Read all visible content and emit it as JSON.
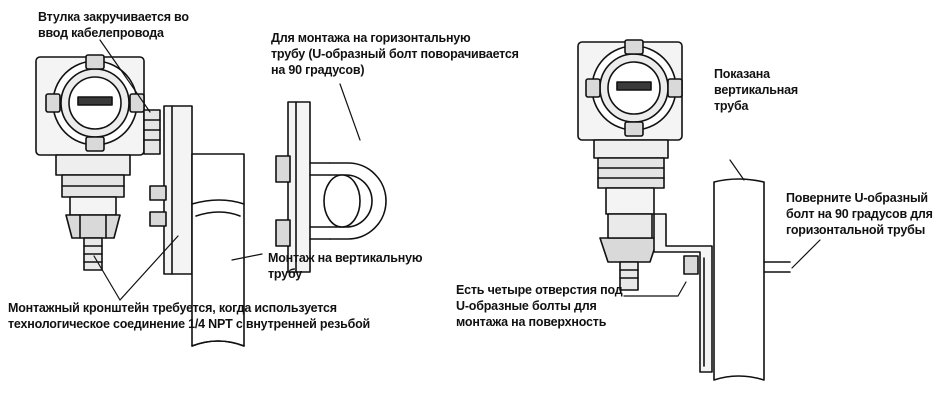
{
  "labels": {
    "bushing": [
      "Втулка закручивается во",
      "ввод кабелепровода"
    ],
    "horizontal_mount": [
      "Для монтажа на горизонтальную",
      "трубу (U-образный болт поворачивается",
      "на 90 градусов)"
    ],
    "vertical_mount": [
      "Монтаж на вертикальную",
      "трубу"
    ],
    "bracket_note": [
      "Монтажный кронштейн требуется, когда  используется",
      "технологическое соединение 1/4 NPT с внутренней резьбой"
    ],
    "vertical_pipe": [
      "Показана",
      "вертикальная",
      "труба"
    ],
    "turn_bolt": [
      "Поверните U-образный",
      "болт на 90 градусов для",
      "горизонтальной трубы"
    ],
    "four_holes": [
      "Есть четыре отверстия под",
      "U-образные  болты для",
      "монтажа на поверхность"
    ]
  },
  "colors": {
    "ink": "#111111",
    "fill_light": "#f4f4f4",
    "fill_mid": "#d9d9d9",
    "fill_dark": "#3a3a3a"
  }
}
